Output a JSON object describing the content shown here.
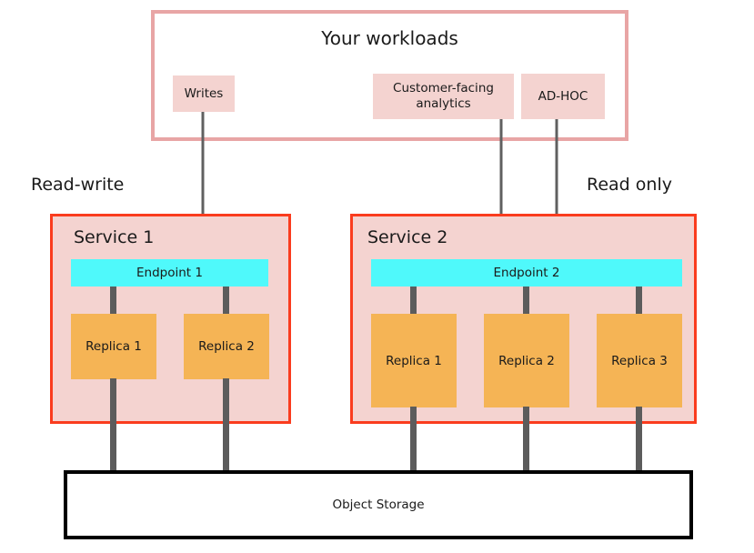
{
  "diagram": {
    "workloads": {
      "title": "Your workloads",
      "border_color": "#e8a5a5",
      "chips": [
        {
          "label": "Writes"
        },
        {
          "label": "Customer-facing analytics"
        },
        {
          "label": "AD-HOC"
        }
      ]
    },
    "captions": {
      "left": "Read-write",
      "right": "Read only"
    },
    "services": [
      {
        "label": "Service 1",
        "endpoint": "Endpoint 1",
        "border_color": "#fa3c1e",
        "fill_color": "#f4d3d0",
        "replicas": [
          {
            "label": "Replica 1"
          },
          {
            "label": "Replica 2"
          }
        ]
      },
      {
        "label": "Service 2",
        "endpoint": "Endpoint 2",
        "border_color": "#fa3c1e",
        "fill_color": "#f4d3d0",
        "replicas": [
          {
            "label": "Replica 1"
          },
          {
            "label": "Replica 2"
          },
          {
            "label": "Replica 3"
          }
        ]
      }
    ],
    "storage": {
      "label": "Object Storage",
      "border_color": "#000000"
    },
    "colors": {
      "endpoint": "#4ff9fb",
      "replica": "#f5b455",
      "chip": "#f4d3d0",
      "connector": "#5c5c5c",
      "arrow": "#606060"
    },
    "arrows": [
      {
        "from": "Writes",
        "to": "Endpoint 1"
      },
      {
        "from": "Customer-facing analytics",
        "to": "Endpoint 2"
      },
      {
        "from": "AD-HOC",
        "to": "Endpoint 2"
      }
    ]
  }
}
